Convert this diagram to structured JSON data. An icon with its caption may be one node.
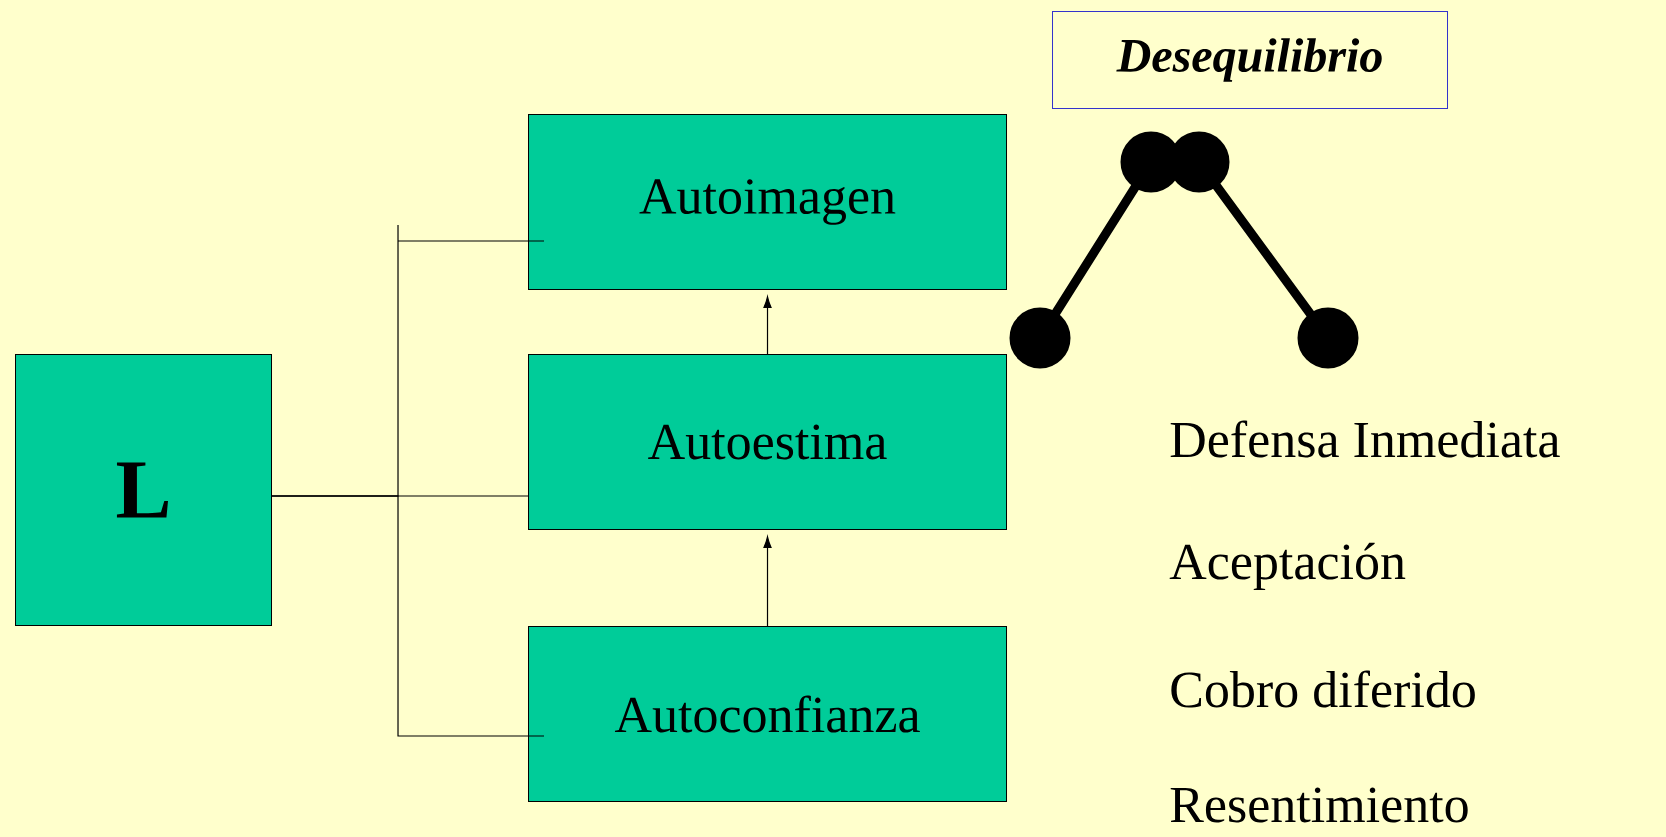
{
  "diagram": {
    "nodes": [
      {
        "text": [
          "L"
        ]
      },
      {
        "text": [
          "Autoimagen"
        ]
      },
      {
        "text": [
          "Autoestima"
        ]
      },
      {
        "text": [
          "Autoconfianza"
        ]
      },
      {
        "text": [
          "Desequilibrio"
        ]
      }
    ],
    "edges": [
      {
        "from": 0,
        "to": 1,
        "arrow": "none"
      },
      {
        "from": 0,
        "to": 2,
        "arrow": "none"
      },
      {
        "from": 0,
        "to": 3,
        "arrow": "none"
      },
      {
        "from": 3,
        "to": 2,
        "arrow": "to"
      },
      {
        "from": 2,
        "to": 1,
        "arrow": "to"
      }
    ],
    "labels": [
      "Defensa Inmediata",
      "Aceptación",
      "Cobro diferido",
      "Resentimiento"
    ]
  }
}
